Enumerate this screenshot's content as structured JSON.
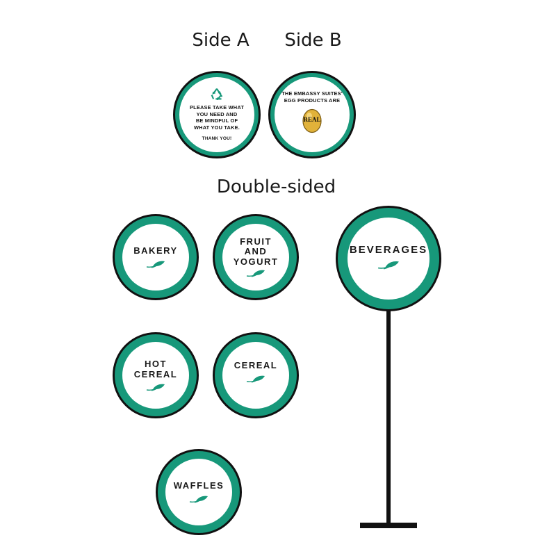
{
  "headings": {
    "side_a": "Side A",
    "side_b": "Side B",
    "double_sided": "Double-sided"
  },
  "colors": {
    "ring_green": "#17987a",
    "outline": "#111111",
    "egg_gold": "#e1b23a"
  },
  "side_a_sign": {
    "icon": "recycle-icon",
    "lines": [
      "PLEASE TAKE WHAT",
      "YOU NEED AND",
      "BE MINDFUL OF",
      "WHAT YOU TAKE."
    ],
    "thanks": "THANK YOU!"
  },
  "side_b_sign": {
    "lines": [
      "THE EMBASSY SUITES'",
      "EGG PRODUCTS ARE"
    ],
    "badge_text": "REAL",
    "icon": "egg-icon"
  },
  "signs": {
    "bakery": [
      "BAKERY"
    ],
    "fruit_yogurt": [
      "FRUIT",
      "AND",
      "YOGURT"
    ],
    "hot_cereal": [
      "HOT",
      "CEREAL"
    ],
    "cereal": [
      "CEREAL"
    ],
    "waffles": [
      "WAFFLES"
    ],
    "beverages": [
      "BEVERAGES"
    ]
  }
}
